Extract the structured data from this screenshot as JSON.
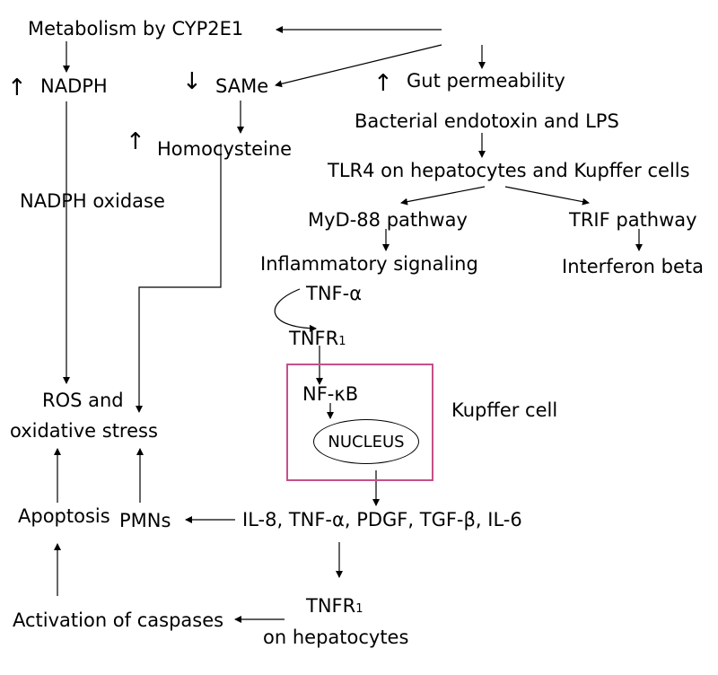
{
  "nodes": {
    "metabolism": "Metabolism by CYP2E1",
    "nadph": "NADPH",
    "same": "SAMe",
    "gut": "Gut permeability",
    "endotoxin": "Bacterial endotoxin and LPS",
    "homocysteine": "Homocysteine",
    "tlr4": "TLR4 on hepatocytes and Kupffer cells",
    "nadph_oxidase": "NADPH oxidase",
    "myd88": "MyD-88 pathway",
    "trif": "TRIF pathway",
    "inflammatory": "Inflammatory signaling",
    "interferon": "Interferon beta",
    "tnf_alpha": "TNF-α",
    "tnfr1_main": "TNFR",
    "tnfr1_sub": "1",
    "nfkb": "NF-κB",
    "nucleus": "NUCLEUS",
    "kupffer": "Kupffer cell",
    "ros_line1": "ROS and",
    "ros_line2": "oxidative stress",
    "apoptosis": "Apoptosis",
    "pmns": "PMNs",
    "cytokines": "IL-8, TNF-α, PDGF, TGF-β, IL-6",
    "tnfr1_hep_main": "TNFR",
    "tnfr1_hep_sub": "1",
    "on_hepatocytes": "on hepatocytes",
    "caspases": "Activation of caspases"
  },
  "indicators": {
    "nadph": "↑",
    "same": "↓",
    "gut": "↑",
    "homocysteine": "↑"
  },
  "colors": {
    "kupffer_box": "#c4508a"
  }
}
